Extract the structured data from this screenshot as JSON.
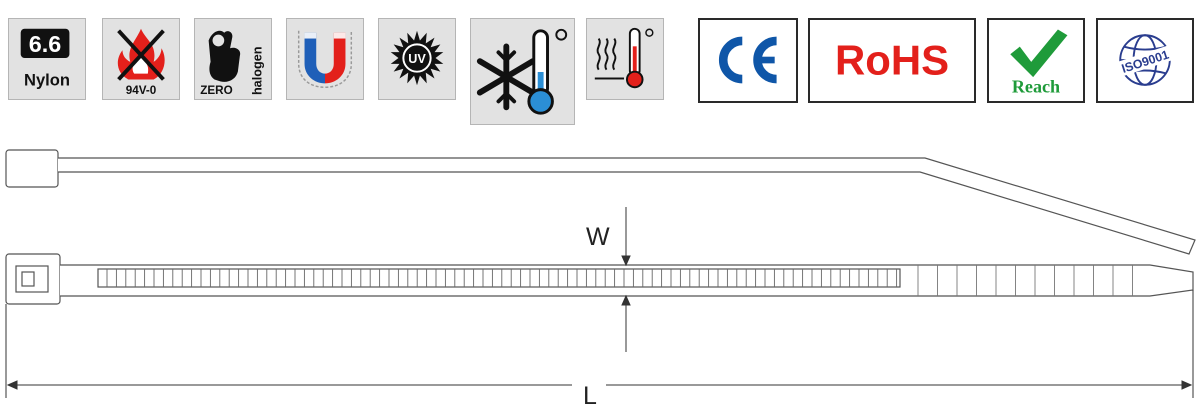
{
  "badges": {
    "material_grade": "6.6",
    "material_name": "Nylon",
    "flame_rating": "94V-0",
    "halogen_zero": "ZERO",
    "halogen_word": "halogen",
    "uv_text": "UV"
  },
  "certifications": {
    "ce": "CE",
    "rohs": "RoHS",
    "reach": "Reach",
    "iso": "ISO9001"
  },
  "dimensions": {
    "width_label": "W",
    "length_label": "L"
  },
  "colors": {
    "badge_bg": "#e2e2e2",
    "flame_red": "#e3201b",
    "magnet_blue": "#1f5fb8",
    "magnet_red": "#e3201b",
    "ce_blue": "#0f56a8",
    "rohs_red": "#e3201b",
    "reach_green": "#1f9b3a",
    "iso_blue": "#2a3d8f",
    "thermo_blue": "#2b8fd6",
    "thermo_red": "#e3201b"
  }
}
